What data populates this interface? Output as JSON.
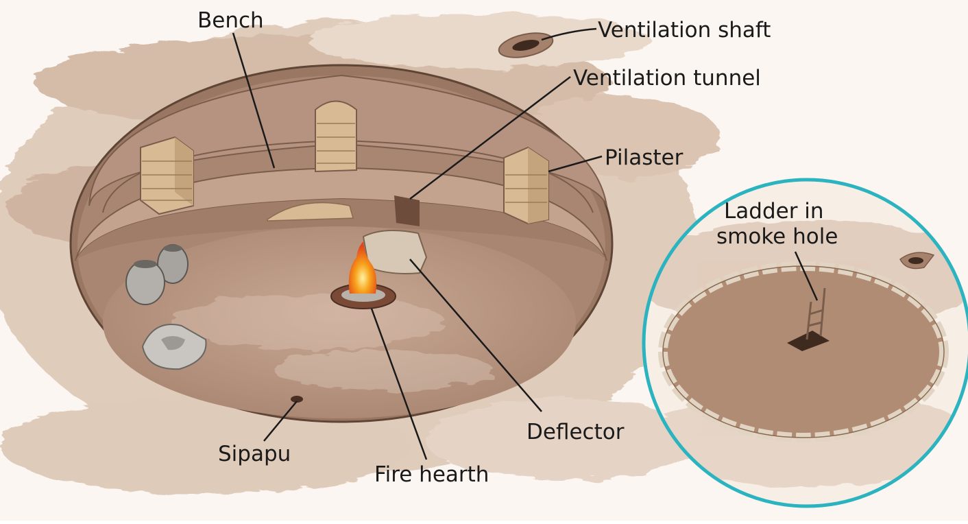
{
  "labels": {
    "bench": "Bench",
    "ventilation_shaft": "Ventilation shaft",
    "ventilation_tunnel": "Ventilation tunnel",
    "pilaster": "Pilaster",
    "ladder_line1": "Ladder in",
    "ladder_line2": "smoke hole",
    "deflector": "Deflector",
    "sipapu": "Sipapu",
    "fire_hearth": "Fire hearth"
  },
  "colors": {
    "ground": "#d9c3b0",
    "ground_light": "#f3e7dc",
    "wall": "#b08f7a",
    "wall_dark": "#8f6c58",
    "floor": "#b79580",
    "bench_top": "#c6a590",
    "masonry": "#d9bd96",
    "inset_border": "#2bb3bf",
    "leader": "#1a1a1a",
    "label_text": "#1a1a1a"
  }
}
